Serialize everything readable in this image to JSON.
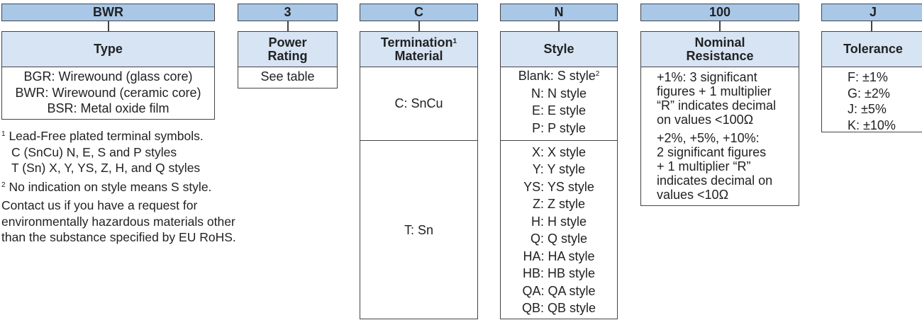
{
  "codes": {
    "type": "BWR",
    "power": "3",
    "termination": "C",
    "style": "N",
    "resistance": "100",
    "tolerance": "J"
  },
  "type": {
    "title": "Type",
    "items": [
      "BGR: Wirewound (glass core)",
      "BWR: Wirewound (ceramic core)",
      "BSR: Metal oxide film"
    ]
  },
  "power": {
    "title_1": "Power",
    "title_2": "Rating",
    "value": "See table"
  },
  "termination": {
    "title_1": "Termination",
    "title_sup": "1",
    "title_2": "Material",
    "rows": [
      "C: SnCu",
      "T: Sn"
    ]
  },
  "style": {
    "title": "Style",
    "blank": "Blank: S style",
    "blank_sup": "2",
    "group1": [
      "N: N style",
      "E: E style",
      "P: P style"
    ],
    "group2": [
      "X: X style",
      "Y: Y style",
      "YS: YS style",
      "Z: Z style",
      "H: H style",
      "Q: Q style",
      "HA: HA style",
      "HB: HB style",
      "QA: QA style",
      "QB: QB style"
    ]
  },
  "resistance": {
    "title_1": "Nominal",
    "title_2": "Resistance",
    "para1": [
      "+1%: 3 significant",
      "figures + 1 multiplier",
      "“R” indicates decimal",
      "on values <100Ω"
    ],
    "para2": [
      "+2%, +5%, +10%:",
      "2 significant figures",
      "+ 1 multiplier “R”",
      "indicates decimal on",
      "values <10Ω"
    ]
  },
  "tolerance": {
    "title": "Tolerance",
    "items": [
      "F: ±1%",
      "G: ±2%",
      "J: ±5%",
      "K: ±10%"
    ]
  },
  "notes": {
    "n1_sup": "1",
    "n1": "Lead-Free plated terminal symbols.",
    "n1_a": "C (SnCu) N, E, S and P styles",
    "n1_b": "T (Sn) X, Y, YS, Z, H, and Q styles",
    "n2_sup": "2",
    "n2": "No indication on style means S style.",
    "contact": "Contact us if you have a request for environmentally hazardous materials other than the substance specified by EU RoHS."
  },
  "colors": {
    "code_bar": "#a9c8e8",
    "header": "#d6e4f4",
    "border": "#444444"
  }
}
